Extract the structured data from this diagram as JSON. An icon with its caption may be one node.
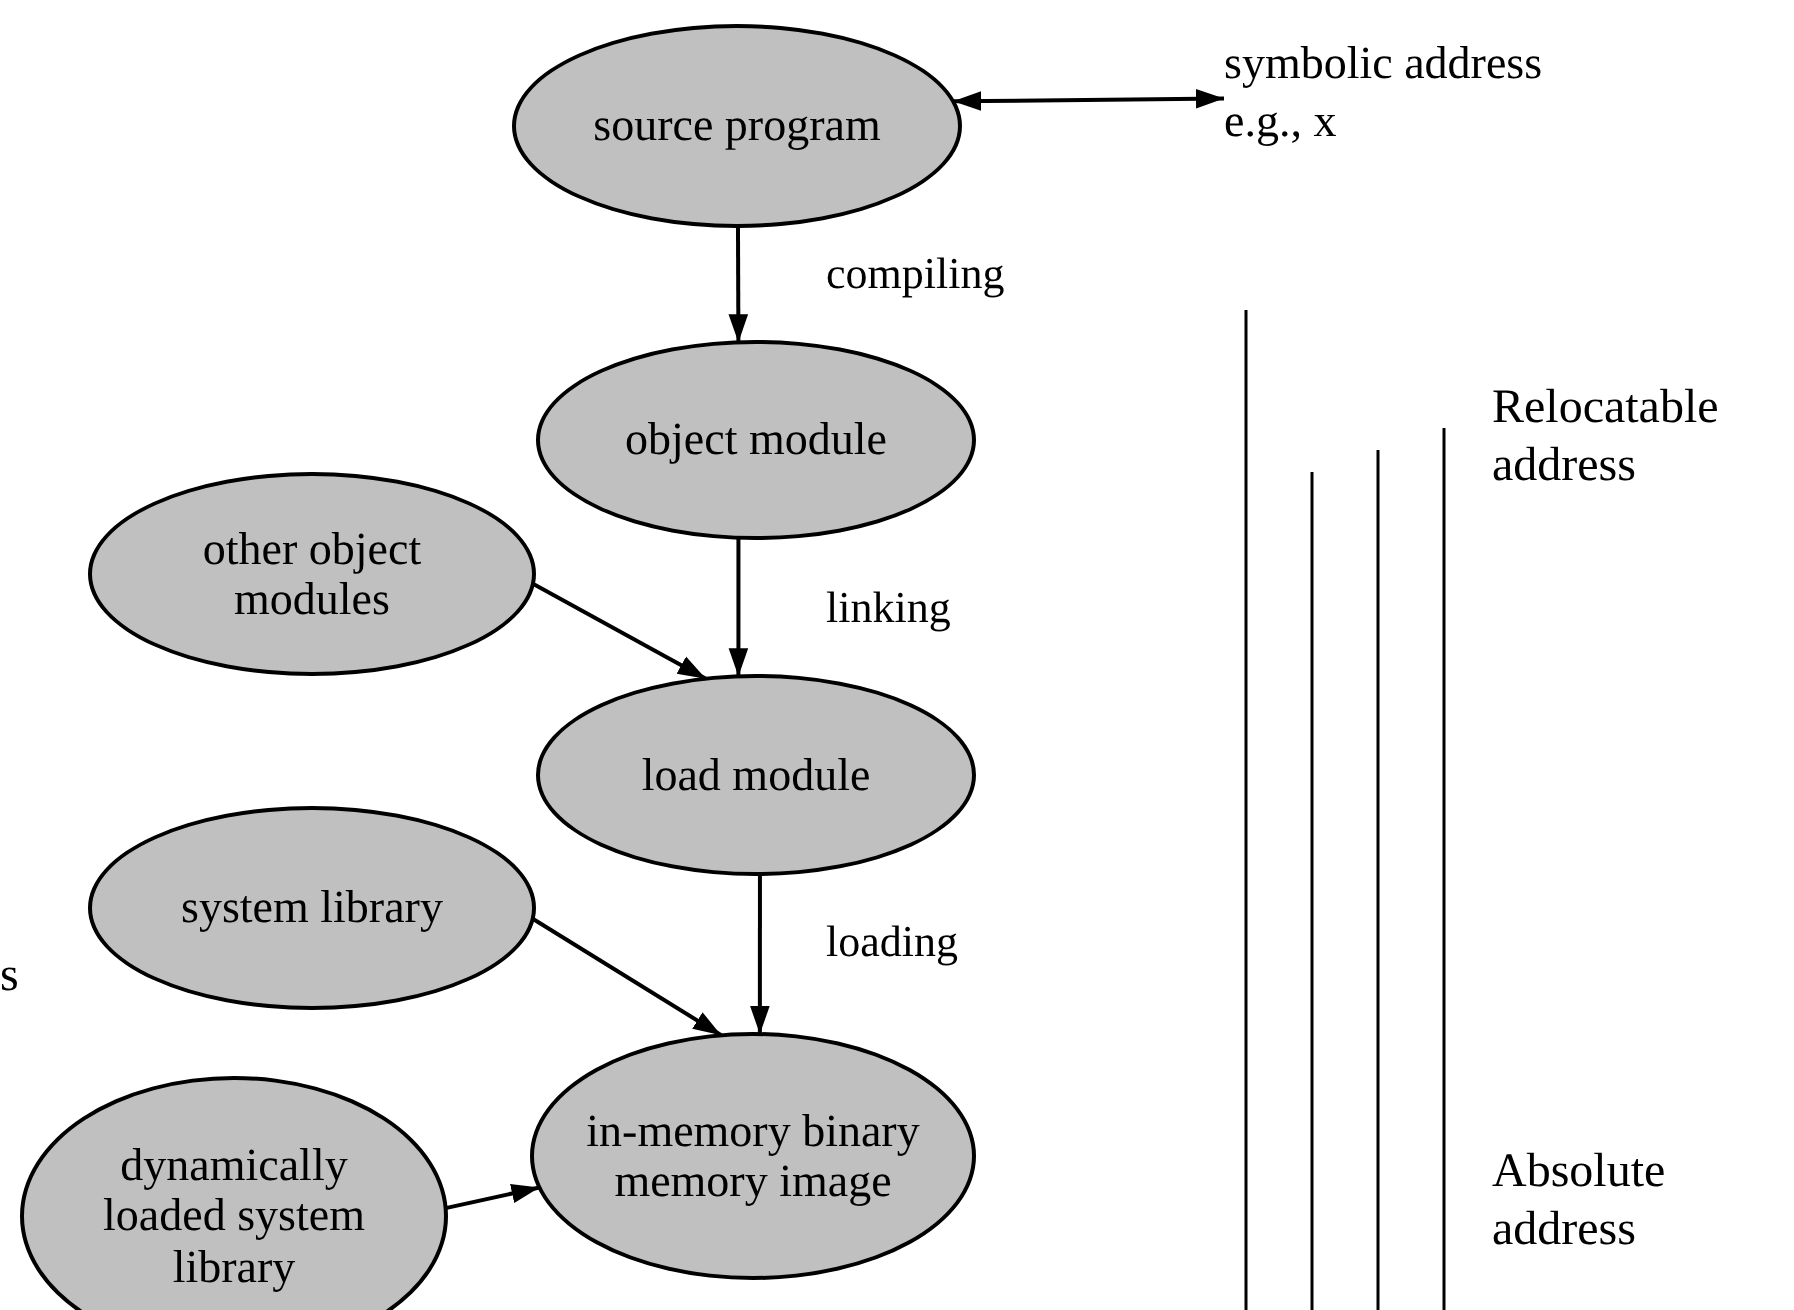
{
  "diagram": {
    "nodes": [
      {
        "text": [
          "source program"
        ]
      },
      {
        "text": [
          "object module"
        ]
      },
      {
        "text": [
          "other object modules"
        ]
      },
      {
        "text": [
          "load module"
        ]
      },
      {
        "text": [
          "system library"
        ]
      },
      {
        "text": [
          "in-memory binary memory image"
        ]
      },
      {
        "text": [
          "dynamically loaded system library"
        ]
      },
      {
        "text": [
          "symbolic address",
          "e.g., x"
        ]
      }
    ],
    "edges": [
      {
        "from": 0,
        "to": 1,
        "arrow": "to",
        "label": "compiling"
      },
      {
        "from": 1,
        "to": 3,
        "arrow": "to",
        "label": "linking"
      },
      {
        "from": 2,
        "to": 3,
        "arrow": "to"
      },
      {
        "from": 3,
        "to": 5,
        "arrow": "to",
        "label": "loading"
      },
      {
        "from": 4,
        "to": 5,
        "arrow": "to"
      },
      {
        "from": 6,
        "to": 5,
        "arrow": "to"
      },
      {
        "from": 0,
        "to": 7,
        "arrow": "both"
      }
    ],
    "labels": [
      "Relocatable address",
      "Absolute address",
      "s"
    ]
  }
}
